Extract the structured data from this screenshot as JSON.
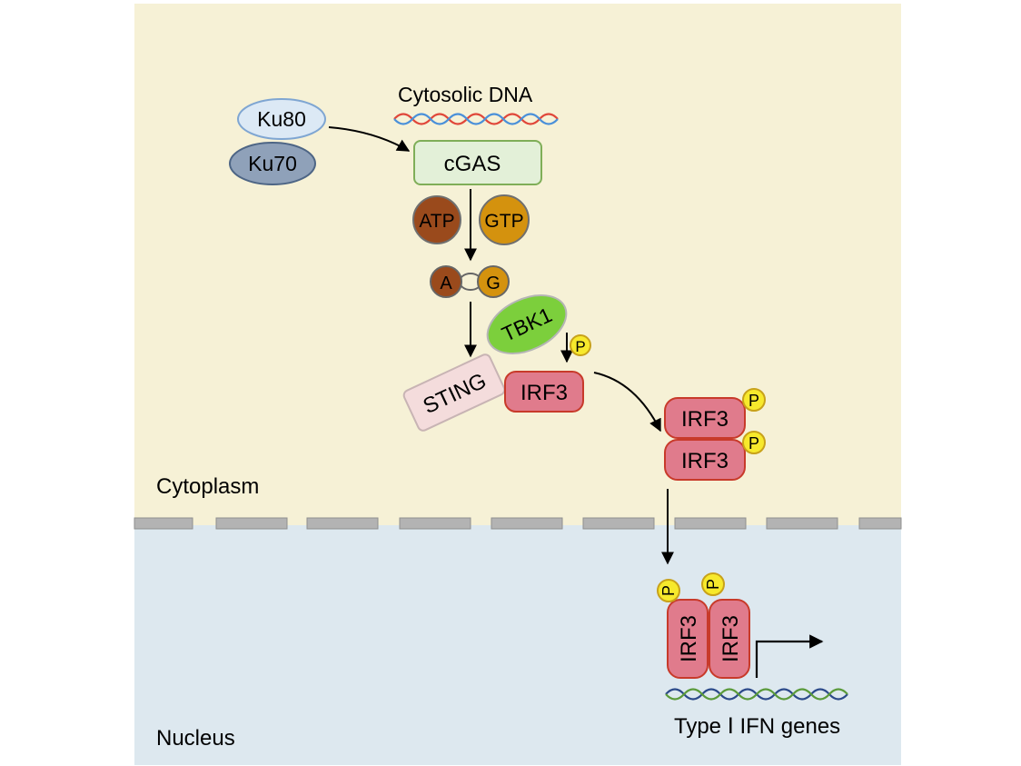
{
  "labels": {
    "cytosolic_dna": "Cytosolic DNA",
    "ku80": "Ku80",
    "ku70": "Ku70",
    "cgas": "cGAS",
    "atp": "ATP",
    "gtp": "GTP",
    "a": "A",
    "g": "G",
    "tbk1": "TBK1",
    "sting": "STING",
    "p": "P",
    "irf3": "IRF3",
    "cytoplasm": "Cytoplasm",
    "nucleus": "Nucleus",
    "type_i_ifn_genes": "Type Ⅰ IFN genes"
  },
  "colors": {
    "cytoplasm_bg": "#f6f1d6",
    "nucleus_bg": "#dde8ef",
    "membrane": "#b3b3b3",
    "ku80_fill": "#dce9f5",
    "ku70_fill": "#8fa1b9",
    "cgas_fill": "#e3f0d8",
    "cgas_stroke": "#7fae58",
    "atp_fill": "#9a4a1c",
    "gtp_fill": "#d4920e",
    "tbk1_fill": "#7ccf3c",
    "sting_fill": "#f4dcdc",
    "irf3_fill": "#e07b8c",
    "irf3_stroke": "#c83a2a",
    "phospho_fill": "#f7e92c",
    "dna_red": "#e0473a",
    "dna_blue": "#4a90d9",
    "dna_green": "#5a9a3a",
    "dna_navy": "#2c4a8a"
  }
}
